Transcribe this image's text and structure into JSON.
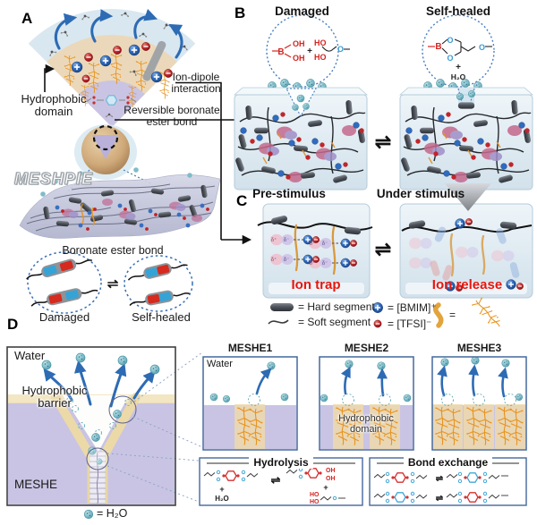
{
  "figure": {
    "panel_a": "A",
    "panel_b": "B",
    "panel_c": "C",
    "panel_d": "D"
  },
  "symbols": {
    "eq": "⇌",
    "plus": "+",
    "equals": "="
  },
  "panelA": {
    "hydrophobic_domain": "Hydrophobic domain",
    "ion_dipole": "Ion-dipole interaction",
    "reversible_bond": "Reversible boronate ester bond",
    "meshpie": "MESHPIE",
    "boronate_ester_bond": "Boronate ester bond",
    "damaged": "Damaged",
    "self_healed": "Self-healed"
  },
  "panelB": {
    "damaged_title": "Damaged",
    "self_healed_title": "Self-healed",
    "chem": {
      "b": "B",
      "oh": "OH",
      "ho": "HO",
      "o": "O",
      "h2o": "H₂O"
    }
  },
  "panelC": {
    "pre_stimulus": "Pre-stimulus",
    "under_stimulus": "Under stimulus",
    "ion_trap": "Ion trap",
    "ion_release": "Ion release",
    "delta_plus": "δ⁺",
    "delta_minus": "δ⁻"
  },
  "legend": {
    "hard_segment": "Hard segment",
    "soft_segment": "Soft segment",
    "bmim": "[BMIM]⁺",
    "tfsi": "[TFSI]⁻"
  },
  "panelD": {
    "water": "Water",
    "hydrophobic_barrier": "Hydrophobic barrier",
    "meshe": "MESHE",
    "h2o_legend": "= H₂O",
    "meshe1": "MESHE1",
    "meshe2": "MESHE2",
    "meshe3": "MESHE3",
    "water_inset": "Water",
    "hydrophobic_domain": "Hydrophobic domain",
    "hydrolysis": "Hydrolysis",
    "bond_exchange": "Bond exchange"
  },
  "colors": {
    "accent_orange": "#e8941f",
    "ion_blue": "#2f6bbf",
    "ion_red": "#c0262b",
    "arrow_blue": "#2d6bb4",
    "lavender": "#c9c4e3",
    "tan": "#ebd8ba",
    "water_blue": "#d9e7f0",
    "droplet_teal": "#7fbeca",
    "red_text": "#e8150d",
    "box_border": "#44689d",
    "hard_segment_gray": "#4b5058"
  }
}
